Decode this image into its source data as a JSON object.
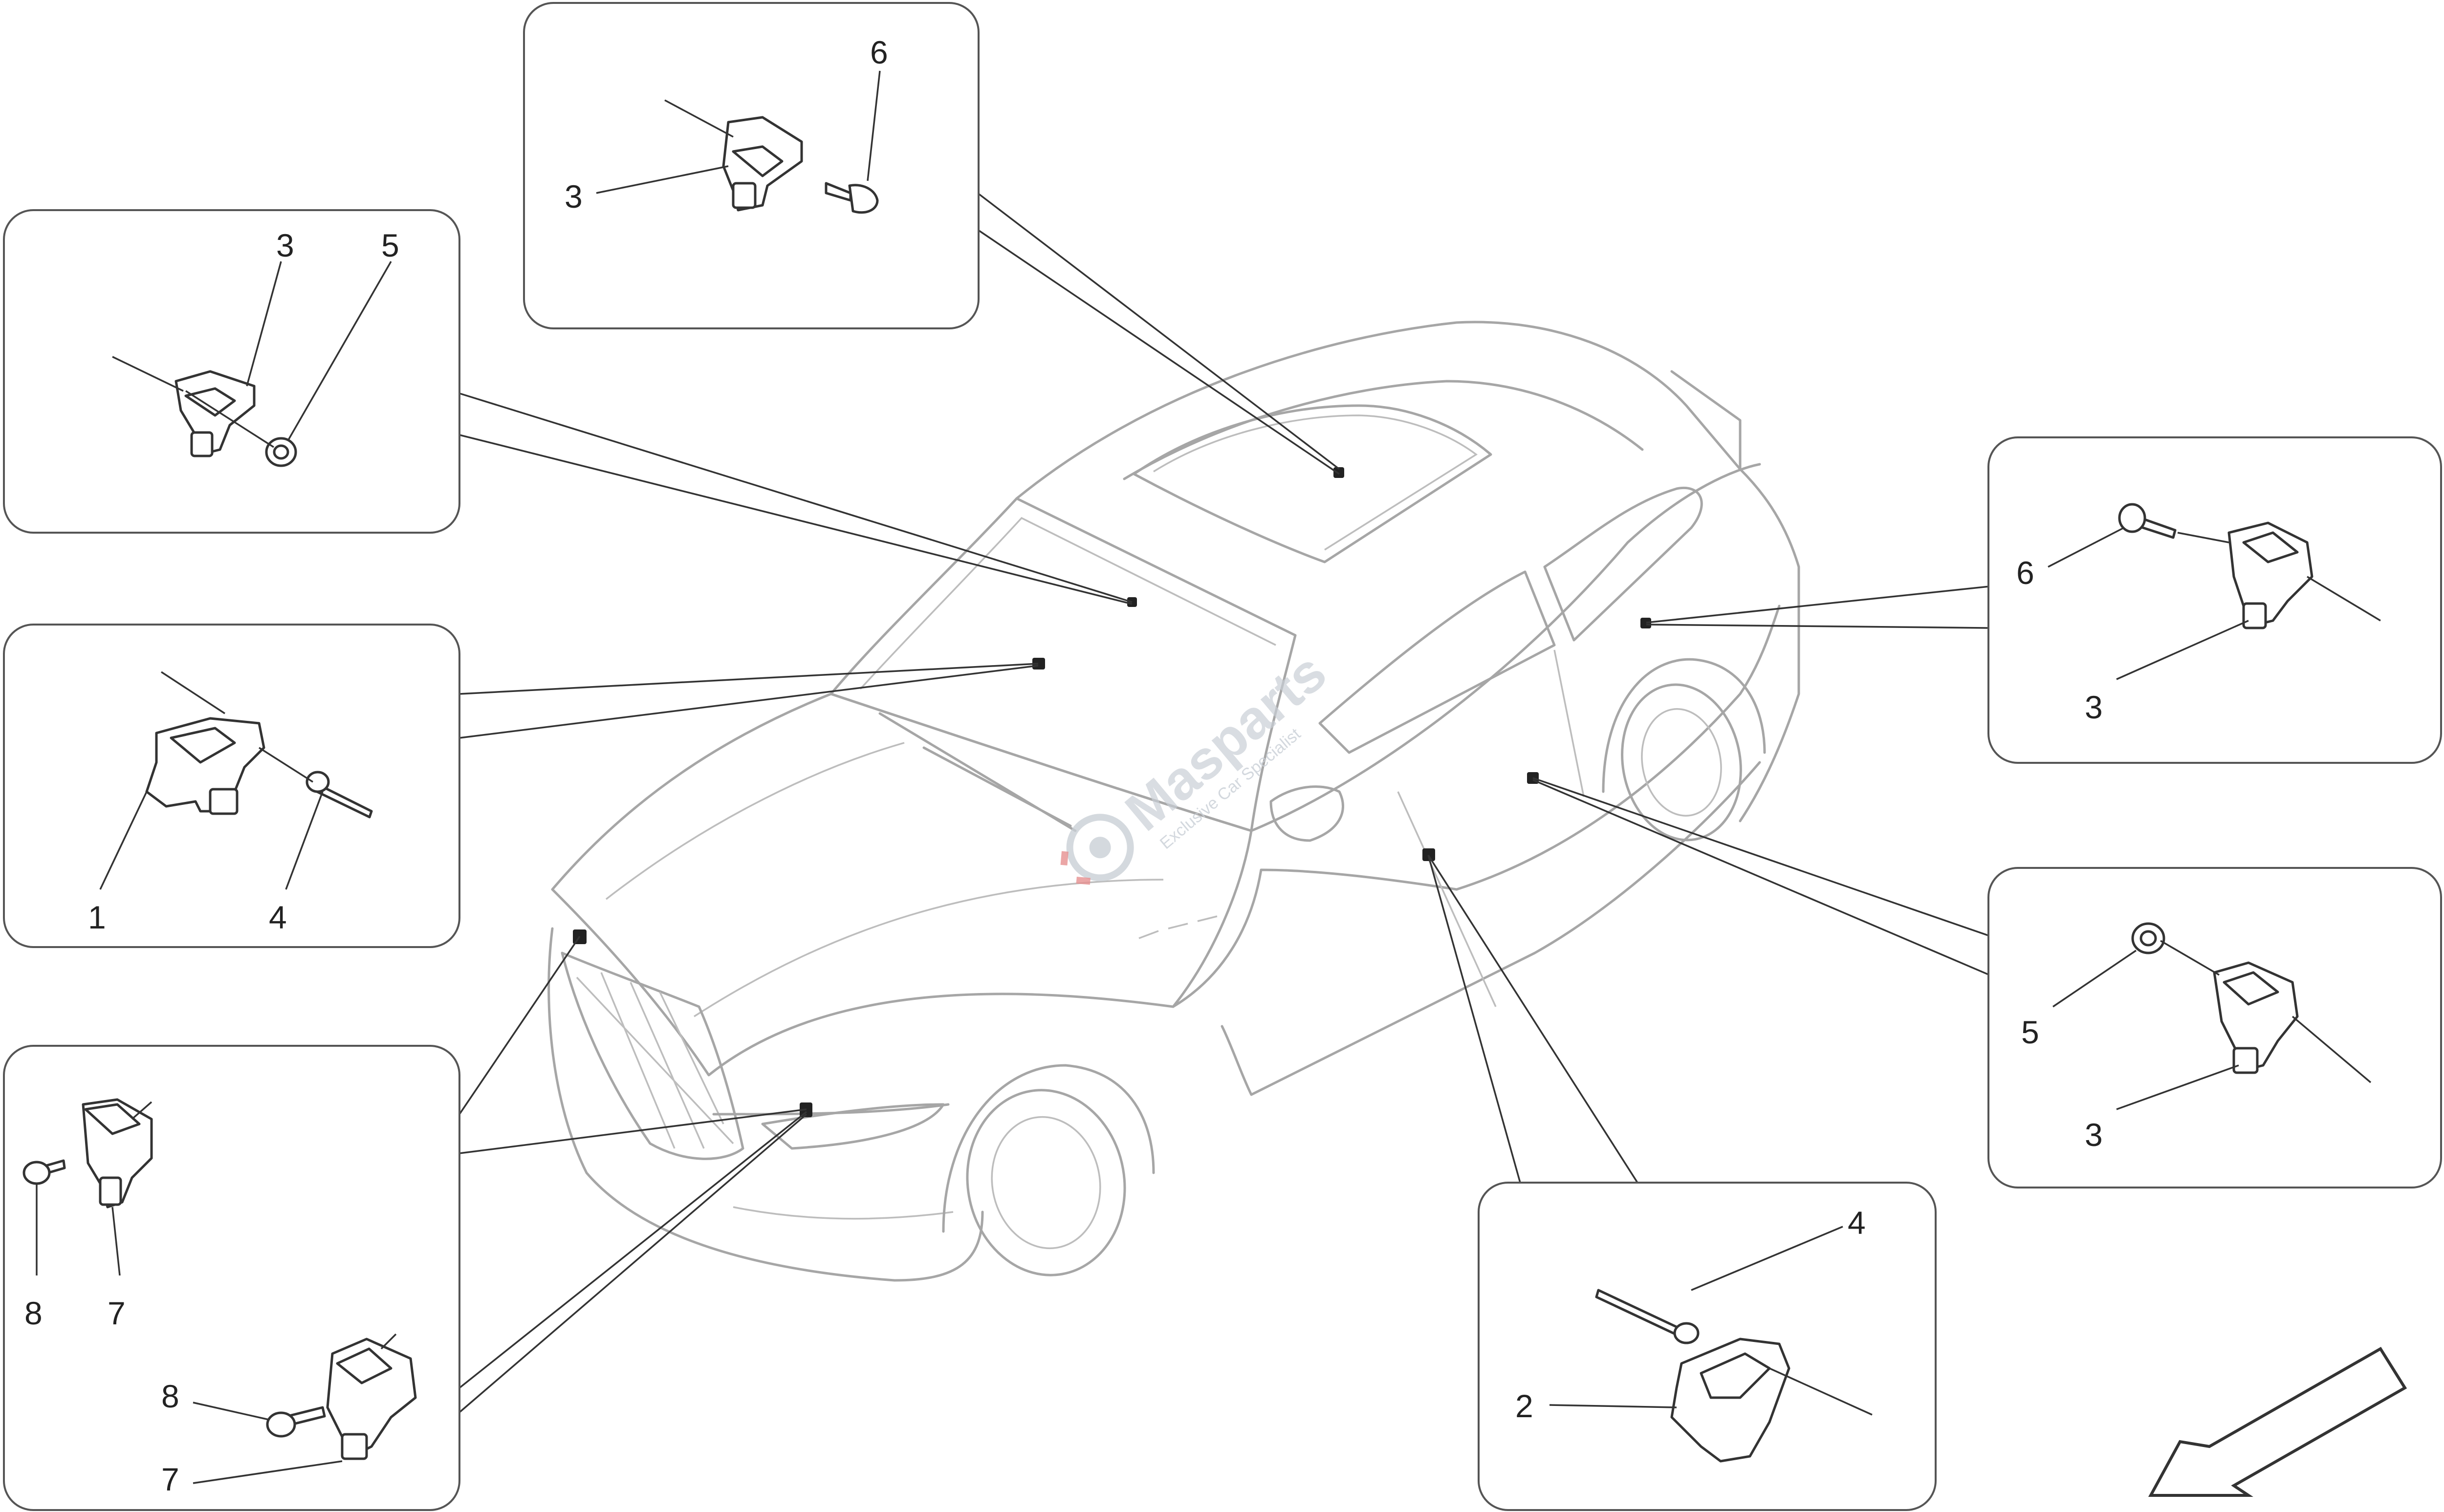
{
  "diagram": {
    "watermark": {
      "brand": "Masparts",
      "tagline": "Exclusive Car Specialist"
    },
    "callouts": {
      "top": {
        "n1": "6",
        "n2": "3"
      },
      "upper_left": {
        "n1": "3",
        "n2": "5"
      },
      "mid_left": {
        "n1": "1",
        "n2": "4"
      },
      "lower_left": {
        "n1": "8",
        "n2": "7",
        "n3": "8",
        "n4": "7"
      },
      "right_upper": {
        "n1": "6",
        "n2": "3"
      },
      "right_lower": {
        "n1": "5",
        "n2": "3"
      },
      "bottom_right": {
        "n1": "4",
        "n2": "2"
      }
    }
  }
}
